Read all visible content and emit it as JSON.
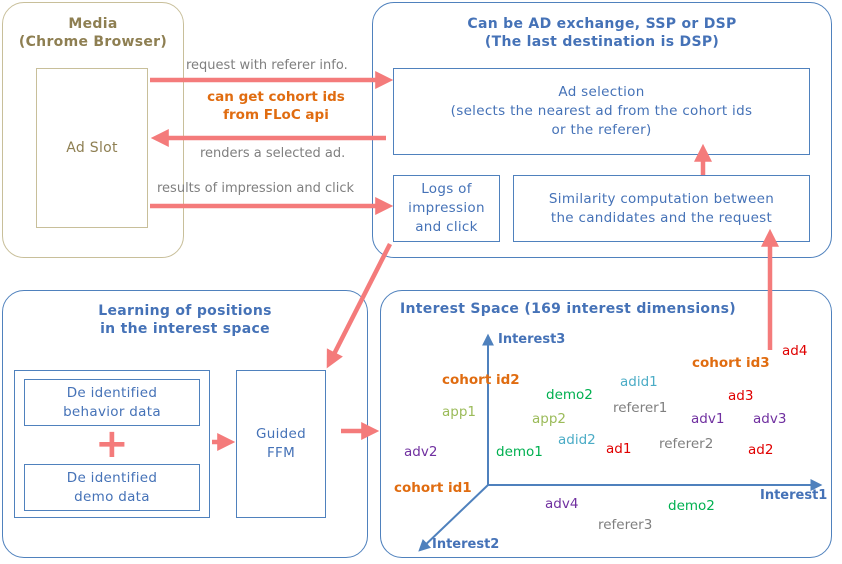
{
  "media": {
    "title": "Media\n(Chrome Browser)",
    "ad_slot": "Ad Slot"
  },
  "exchange": {
    "title": "Can be AD exchange, SSP or DSP\n(The last destination is DSP)",
    "ad_selection": "Ad selection\n(selects the nearest ad from the cohort ids\nor the referer)",
    "logs": "Logs of\nimpression\nand click",
    "similarity": "Similarity computation between\nthe candidates and the request"
  },
  "arrows": {
    "request": "request with referer info.",
    "cohort_note": "can get cohort ids\nfrom FLoC api",
    "renders": "renders a selected ad.",
    "results": "results of impression and click"
  },
  "learning": {
    "title": "Learning of positions\nin the interest space",
    "behavior": "De identified\nbehavior data",
    "plus": "+",
    "demo": "De identified\ndemo data",
    "ffm": "Guided\nFFM"
  },
  "interest_space": {
    "title": "Interest Space (169 interest dimensions)",
    "axes": {
      "interest1": "Interest1",
      "interest2": "Interest2",
      "interest3": "Interest3"
    },
    "labels": [
      {
        "text": "cohort id2",
        "kind": "cohort"
      },
      {
        "text": "cohort id1",
        "kind": "cohort"
      },
      {
        "text": "cohort id3",
        "kind": "cohort"
      },
      {
        "text": "app1",
        "kind": "app"
      },
      {
        "text": "app2",
        "kind": "app"
      },
      {
        "text": "adv2",
        "kind": "adv"
      },
      {
        "text": "adv1",
        "kind": "adv"
      },
      {
        "text": "adv3",
        "kind": "adv"
      },
      {
        "text": "adv4",
        "kind": "adv"
      },
      {
        "text": "demo2",
        "kind": "demo"
      },
      {
        "text": "demo1",
        "kind": "demo"
      },
      {
        "text": "demo2",
        "kind": "demo"
      },
      {
        "text": "adid1",
        "kind": "adid"
      },
      {
        "text": "adid2",
        "kind": "adid"
      },
      {
        "text": "referer1",
        "kind": "referer"
      },
      {
        "text": "referer2",
        "kind": "referer"
      },
      {
        "text": "referer3",
        "kind": "referer"
      },
      {
        "text": "ad4",
        "kind": "ad"
      },
      {
        "text": "ad3",
        "kind": "ad"
      },
      {
        "text": "ad1",
        "kind": "ad"
      },
      {
        "text": "ad2",
        "kind": "ad"
      }
    ]
  },
  "colors": {
    "arrow": "#f47b7b",
    "cohort": "#e06c10",
    "app": "#9bbb59",
    "adv": "#7030a0",
    "demo": "#00b050",
    "adid": "#4bacc6",
    "referer": "#7f7f7f",
    "ad": "#e00000",
    "axis": "#4f81bd"
  }
}
